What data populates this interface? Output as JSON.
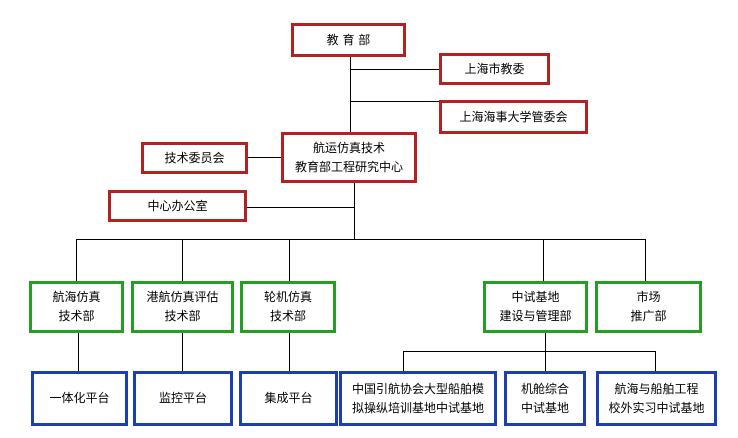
{
  "top": {
    "ministry": "教 育 部",
    "shanghai_edu": "上海市教委",
    "smu_committee": "上海海事大学管委会"
  },
  "center": {
    "line1": "航运仿真技术",
    "line2": "教育部工程研究中心"
  },
  "tech_committee": "技术委员会",
  "office": "中心办公室",
  "departments": {
    "nav_sim": {
      "line1": "航海仿真",
      "line2": "技术部"
    },
    "port_sim": {
      "line1": "港航仿真评估",
      "line2": "技术部"
    },
    "engine_sim": {
      "line1": "轮机仿真",
      "line2": "技术部"
    },
    "test_base": {
      "line1": "中试基地",
      "line2": "建设与管理部"
    },
    "market": {
      "line1": "市场",
      "line2": "推广部"
    }
  },
  "platforms": {
    "integrated": "一体化平台",
    "monitoring": "监控平台",
    "integration": "集成平台",
    "coa_base": {
      "line1": "中国引航协会大型船舶模",
      "line2": "拟操纵培训基地中试基地"
    },
    "engine_base": {
      "line1": "机舱综合",
      "line2": "中试基地"
    },
    "offcampus_base": {
      "line1": "航海与船舶工程",
      "line2": "校外实习中试基地"
    }
  },
  "colors": {
    "leadership_border": "#b22222",
    "department_border": "#22a022",
    "platform_border": "#1c3fb0",
    "connector": "#000000"
  }
}
